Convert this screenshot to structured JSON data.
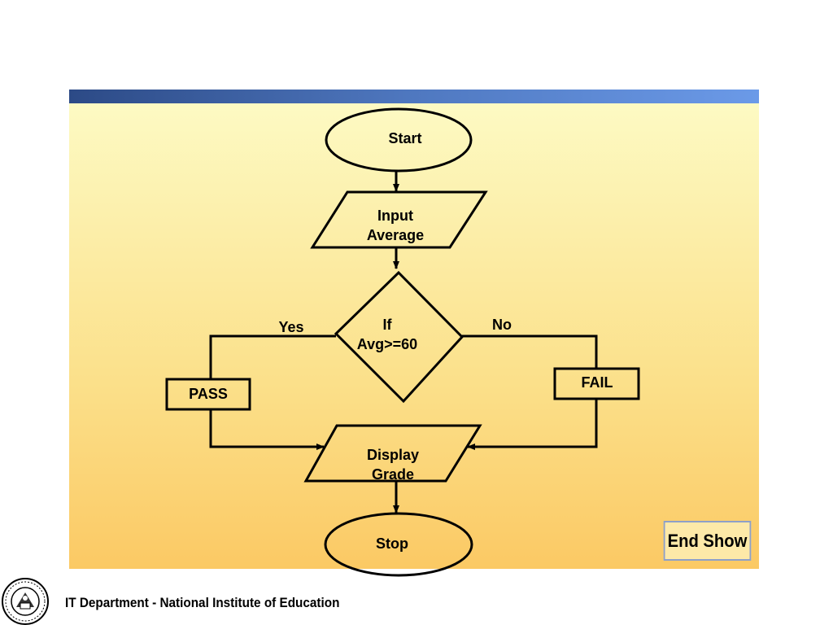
{
  "flowchart": {
    "start": "Start",
    "input_line1": "Input",
    "input_line2": "Average",
    "decision_line1": "If",
    "decision_line2": "Avg>=60",
    "yes_label": "Yes",
    "no_label": "No",
    "pass": "PASS",
    "fail": "FAIL",
    "display_line1": "Display",
    "display_line2": "Grade",
    "stop": "Stop"
  },
  "nav": {
    "end_show": "End Show"
  },
  "footer": {
    "text": "IT Department - National Institute of Education"
  },
  "colors": {
    "title_bar_start": "#2c4a86",
    "title_bar_end": "#6b9ae8",
    "background_top": "#fdfac3",
    "background_bottom": "#fbc964",
    "shape_fill": "#fde9a8"
  }
}
